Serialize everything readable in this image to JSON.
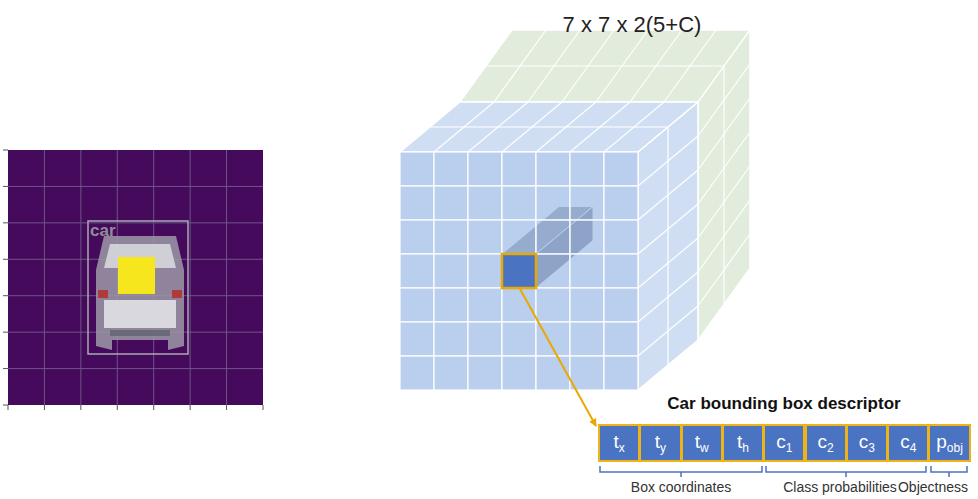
{
  "diagram": {
    "nodes": [
      {
        "text": [
          "Car bounding box descriptor"
        ]
      },
      {
        "text": [
          "tx"
        ],
        "in": 0
      },
      {
        "text": [
          "ty"
        ],
        "in": 0
      },
      {
        "text": [
          "tw"
        ],
        "in": 0
      },
      {
        "text": [
          "th"
        ],
        "in": 0
      },
      {
        "text": [
          "c1"
        ],
        "in": 0
      },
      {
        "text": [
          "c2"
        ],
        "in": 0
      },
      {
        "text": [
          "c3"
        ],
        "in": 0
      },
      {
        "text": [
          "c4"
        ],
        "in": 0
      },
      {
        "text": [
          "pobj"
        ],
        "in": 0
      }
    ],
    "labels": [
      "7 x 7 x 2(5+C)",
      "car",
      "Box coordinates",
      "Class probabilities",
      "Objectness"
    ]
  }
}
